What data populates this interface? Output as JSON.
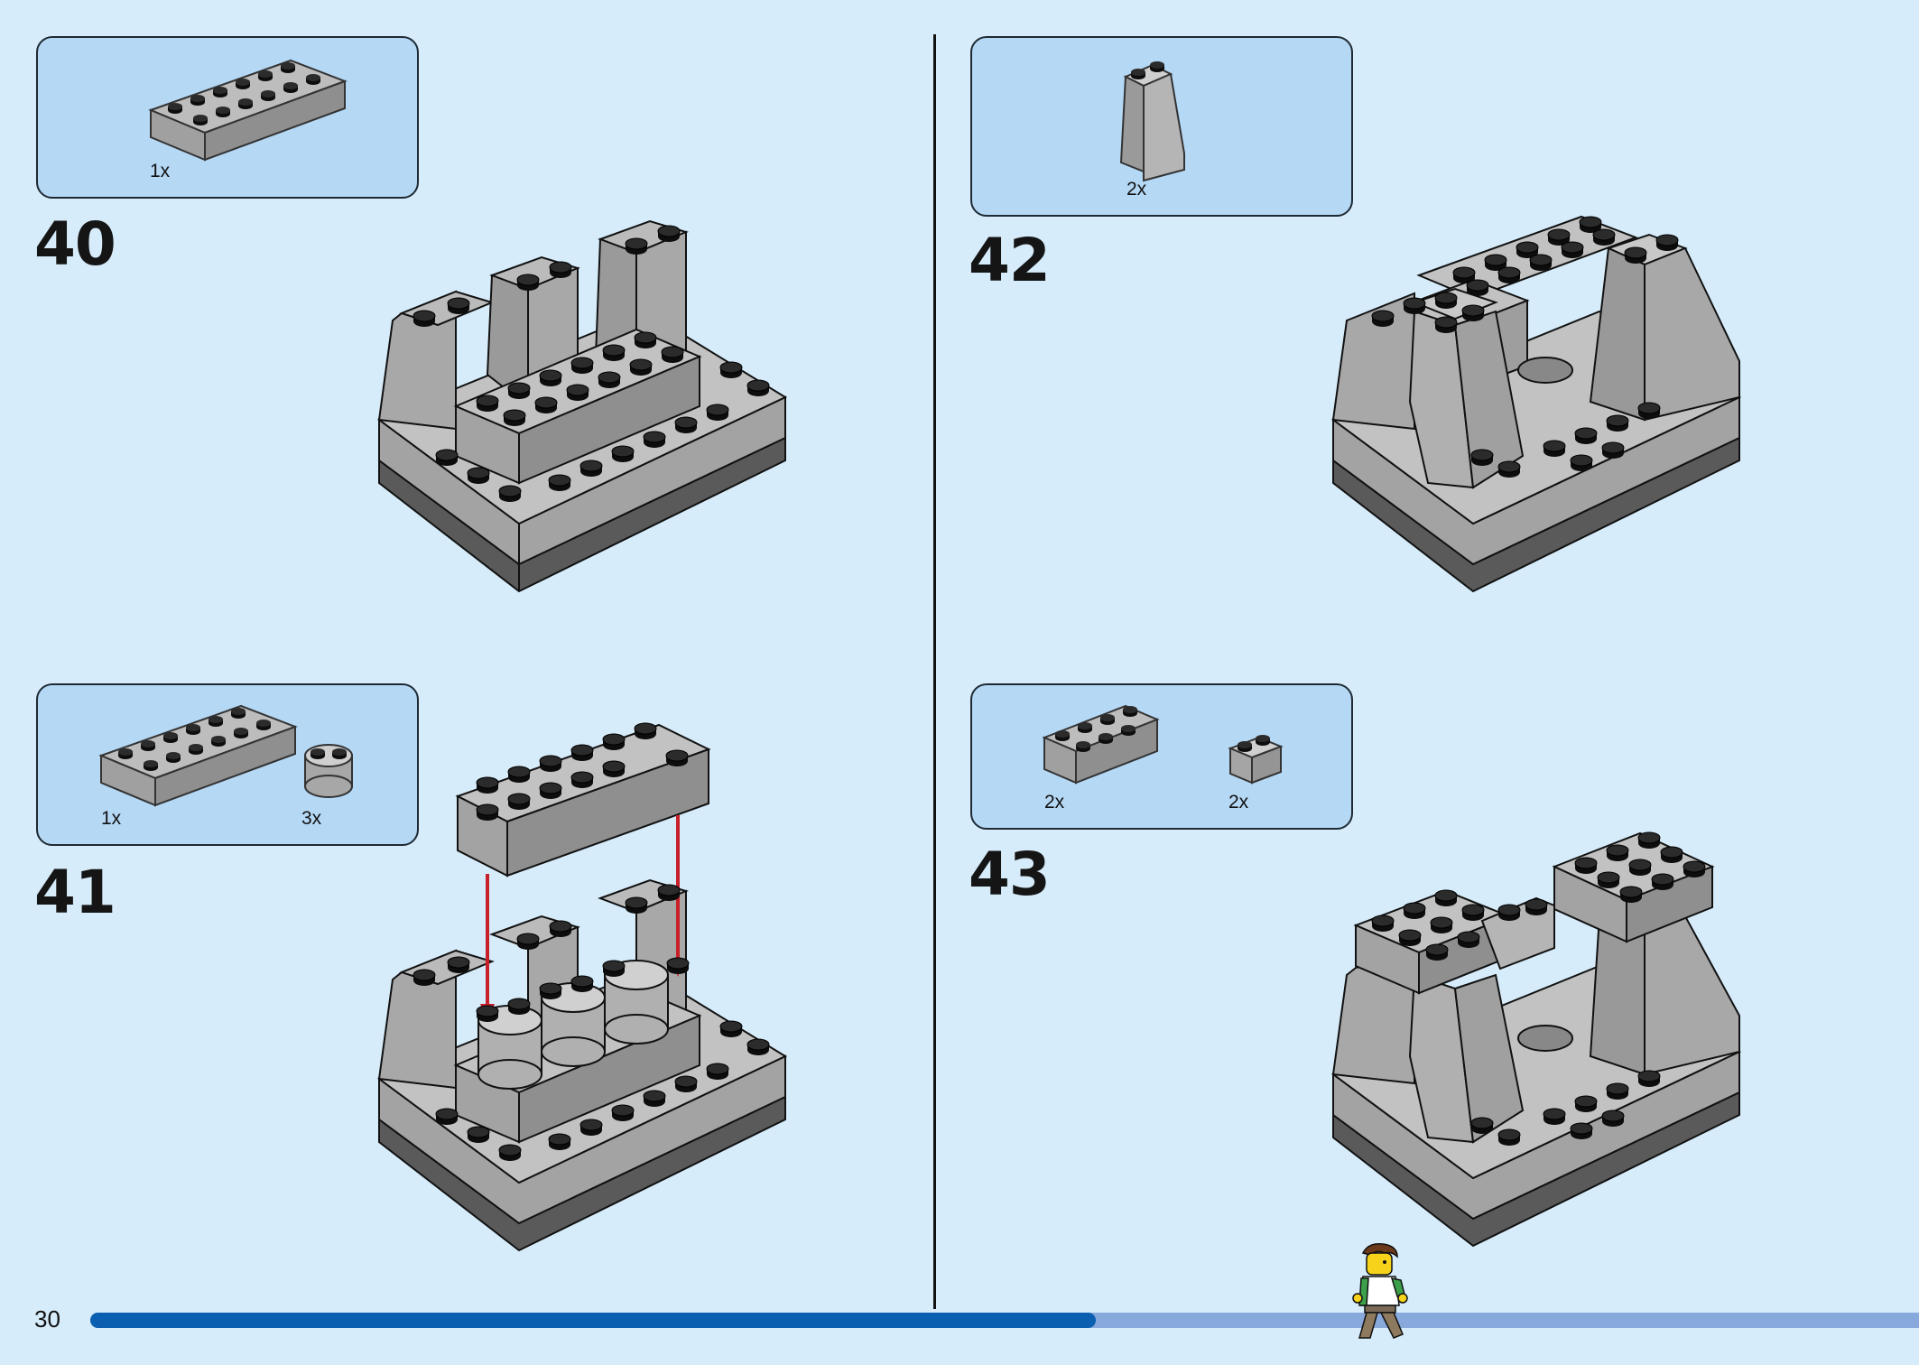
{
  "page": {
    "number": "30"
  },
  "progress": {
    "fraction": 0.55
  },
  "steps": [
    {
      "number": "40",
      "parts": [
        {
          "qty": "1x",
          "icon": "brick-2x6-icon"
        }
      ]
    },
    {
      "number": "41",
      "parts": [
        {
          "qty": "1x",
          "icon": "brick-2x6-icon"
        },
        {
          "qty": "3x",
          "icon": "round-brick-2x2-icon"
        }
      ]
    },
    {
      "number": "42",
      "parts": [
        {
          "qty": "2x",
          "icon": "slope-brick-icon"
        }
      ]
    },
    {
      "number": "43",
      "parts": [
        {
          "qty": "2x",
          "icon": "brick-2x4-icon"
        },
        {
          "qty": "2x",
          "icon": "corner-brick-icon"
        }
      ]
    }
  ],
  "colors": {
    "background": "#d6ecfa",
    "parts_box": "#b5d8f5",
    "brick": "#a9a9a9",
    "arrow": "#c8202a",
    "progress": "#0a5fb0"
  }
}
